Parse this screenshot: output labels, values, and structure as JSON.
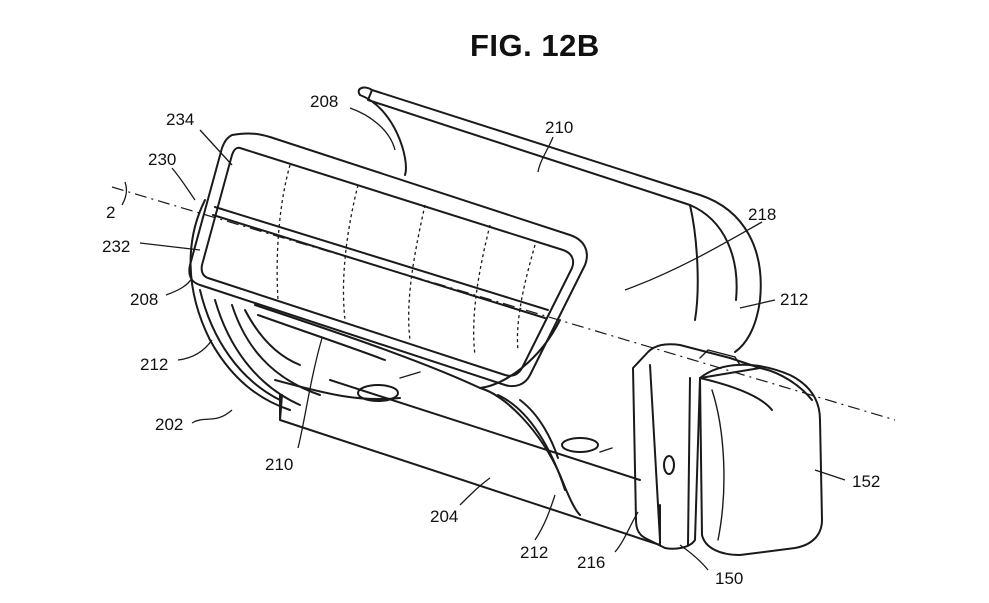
{
  "figure": {
    "title": "FIG. 12B"
  },
  "labels": {
    "l208_top": "208",
    "l234": "234",
    "l230": "230",
    "l2": "2",
    "l232": "232",
    "l208_left": "208",
    "l212_left": "212",
    "l202": "202",
    "l210_bottom": "210",
    "l210_top": "210",
    "l218": "218",
    "l212_right": "212",
    "l152": "152",
    "l204": "204",
    "l212_bottom": "212",
    "l216": "216",
    "l150": "150"
  }
}
